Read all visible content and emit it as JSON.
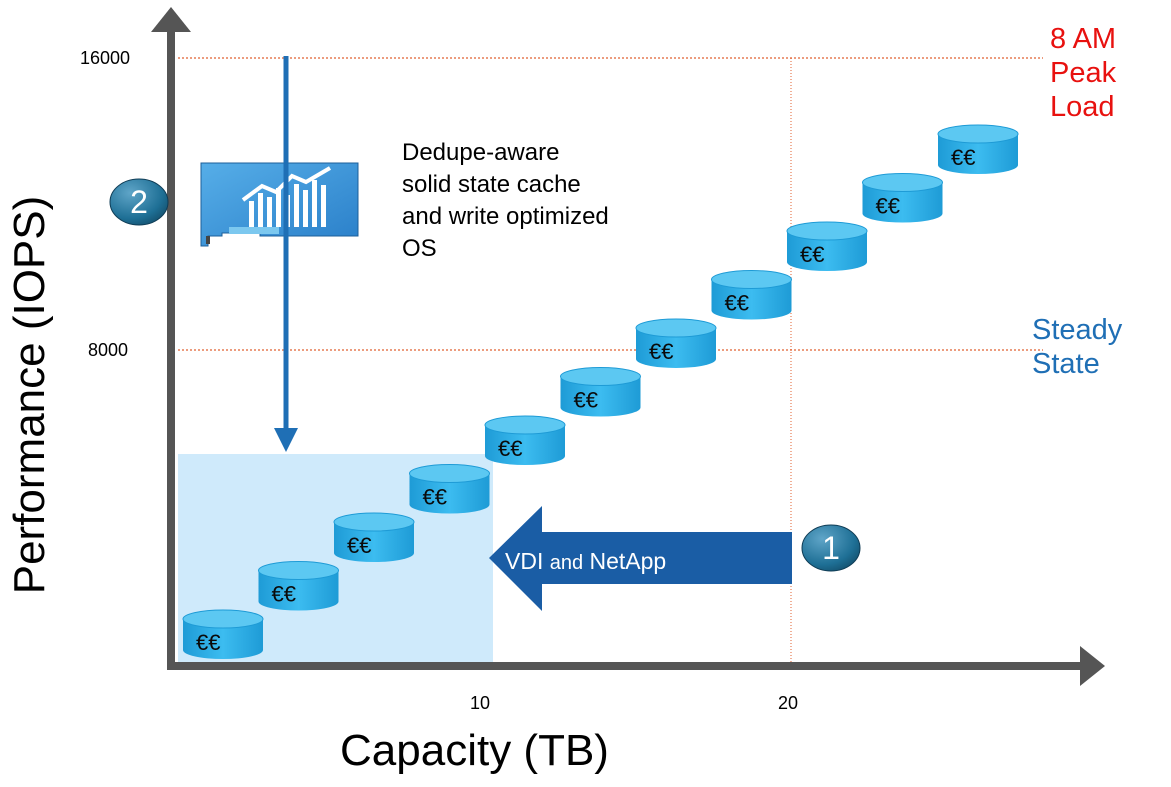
{
  "axes": {
    "y_label": "Performance (IOPS)",
    "x_label": "Capacity (TB)",
    "y_ticks": [
      "16000",
      "8000"
    ],
    "x_ticks": [
      "10",
      "20"
    ]
  },
  "annotations": {
    "peak_lines": [
      "8 AM",
      "Peak",
      "Load"
    ],
    "steady_lines": [
      "Steady",
      "State"
    ],
    "cache_description_lines": [
      "Dedupe-aware",
      "solid state cache",
      "and write optimized",
      "OS"
    ]
  },
  "arrow": {
    "label_main": "VDI",
    "label_small": "and",
    "label_end": "NetApp"
  },
  "badges": {
    "one": "1",
    "two": "2"
  },
  "disk_label": "€€",
  "disk_count": 11,
  "colors": {
    "accent_blue": "#1f6fb5",
    "disk_fill": "#29aee6",
    "highlight_box": "#cfeafb",
    "peak_red": "#e8110f",
    "guide_line": "#e06030"
  },
  "icons": {
    "ssd_card": "ssd-card-icon"
  }
}
